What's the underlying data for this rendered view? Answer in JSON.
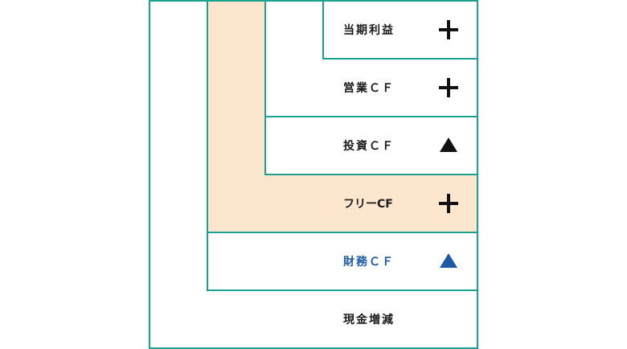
{
  "rows": [
    {
      "label": "当期利益",
      "symbol": "plus"
    },
    {
      "label": "営業ＣＦ",
      "symbol": "plus"
    },
    {
      "label": "投資ＣＦ",
      "symbol": "triangle"
    },
    {
      "label": "フリーCF",
      "symbol": "plus"
    },
    {
      "label": "財務ＣＦ",
      "symbol": "triangle"
    },
    {
      "label": "現金増減",
      "symbol": ""
    }
  ],
  "colors": {
    "border": "#1aa393",
    "highlight_fill": "#fce6cd",
    "text": "#1a1a1a",
    "blue": "#1d59a3"
  }
}
